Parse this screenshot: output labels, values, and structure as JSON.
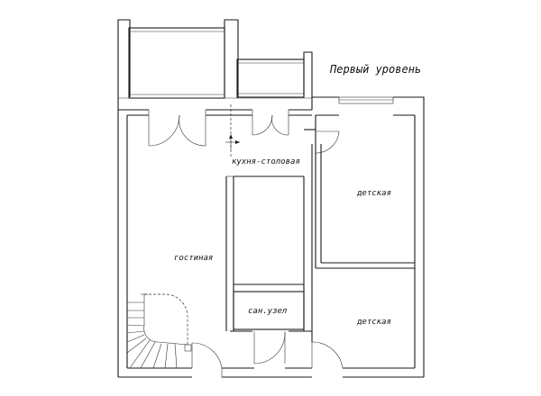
{
  "plan": {
    "title": "Первый уровень",
    "rooms": {
      "kitchen": "кухня-столовая",
      "child1": "детская",
      "living": "гостиная",
      "bath": "сан.узел",
      "child2": "детская"
    }
  }
}
